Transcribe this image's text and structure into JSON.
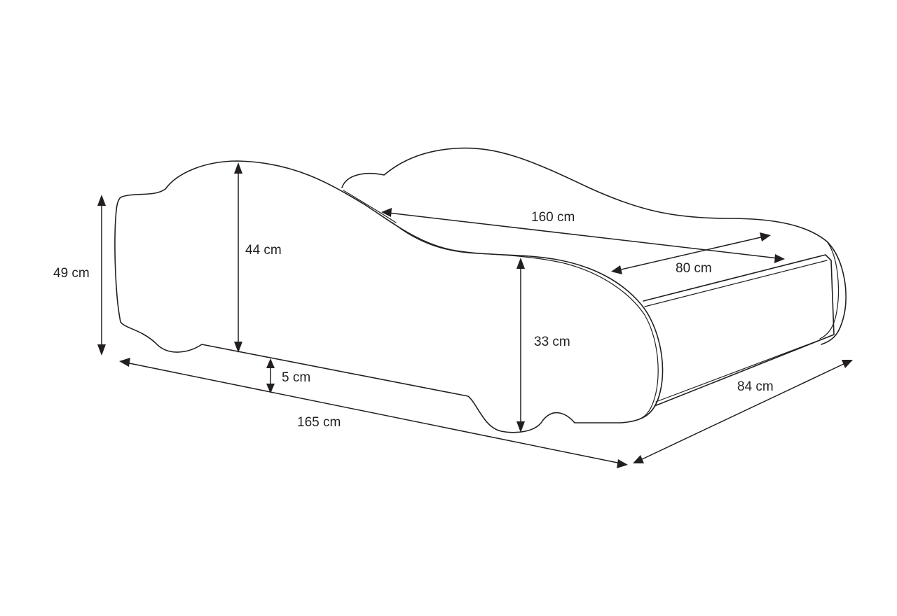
{
  "dimensions": {
    "overall_height": "49 cm",
    "side_panel_height": "44 cm",
    "clearance": "5 cm",
    "overall_length": "165 cm",
    "mattress_length": "160 cm",
    "mattress_width": "80 cm",
    "footboard_height": "33 cm",
    "overall_width": "84 cm"
  },
  "colors": {
    "line": "#231f20",
    "background": "#ffffff"
  }
}
